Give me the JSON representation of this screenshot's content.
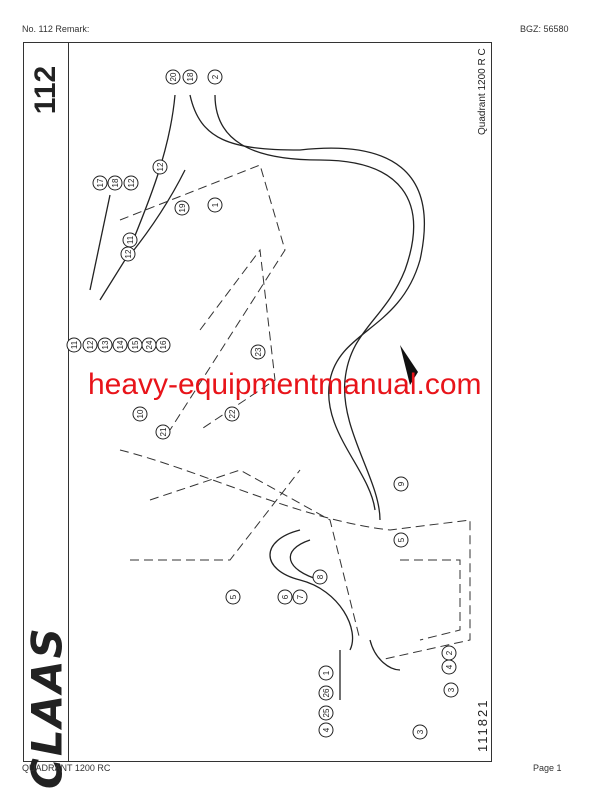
{
  "header": {
    "left": "No. 112   Remark:",
    "right": "BGZ: 56580"
  },
  "footer": {
    "left": "QUADRANT 1200 RC",
    "right": "Page 1"
  },
  "sheet": {
    "number": "112",
    "logo": "CLAAS",
    "model_label": "Quadrant 1200 R C",
    "drawing_no": "111821"
  },
  "watermark": "heavy-equipmentmanual.com",
  "callouts": [
    "20",
    "18",
    "2",
    "17",
    "18",
    "12",
    "12",
    "11",
    "12",
    "19",
    "1",
    "11",
    "12",
    "13",
    "14",
    "15",
    "24",
    "16",
    "23",
    "10",
    "22",
    "21",
    "9",
    "5",
    "8",
    "5",
    "6",
    "7",
    "2",
    "4",
    "3",
    "1",
    "26",
    "25",
    "4",
    "3"
  ]
}
